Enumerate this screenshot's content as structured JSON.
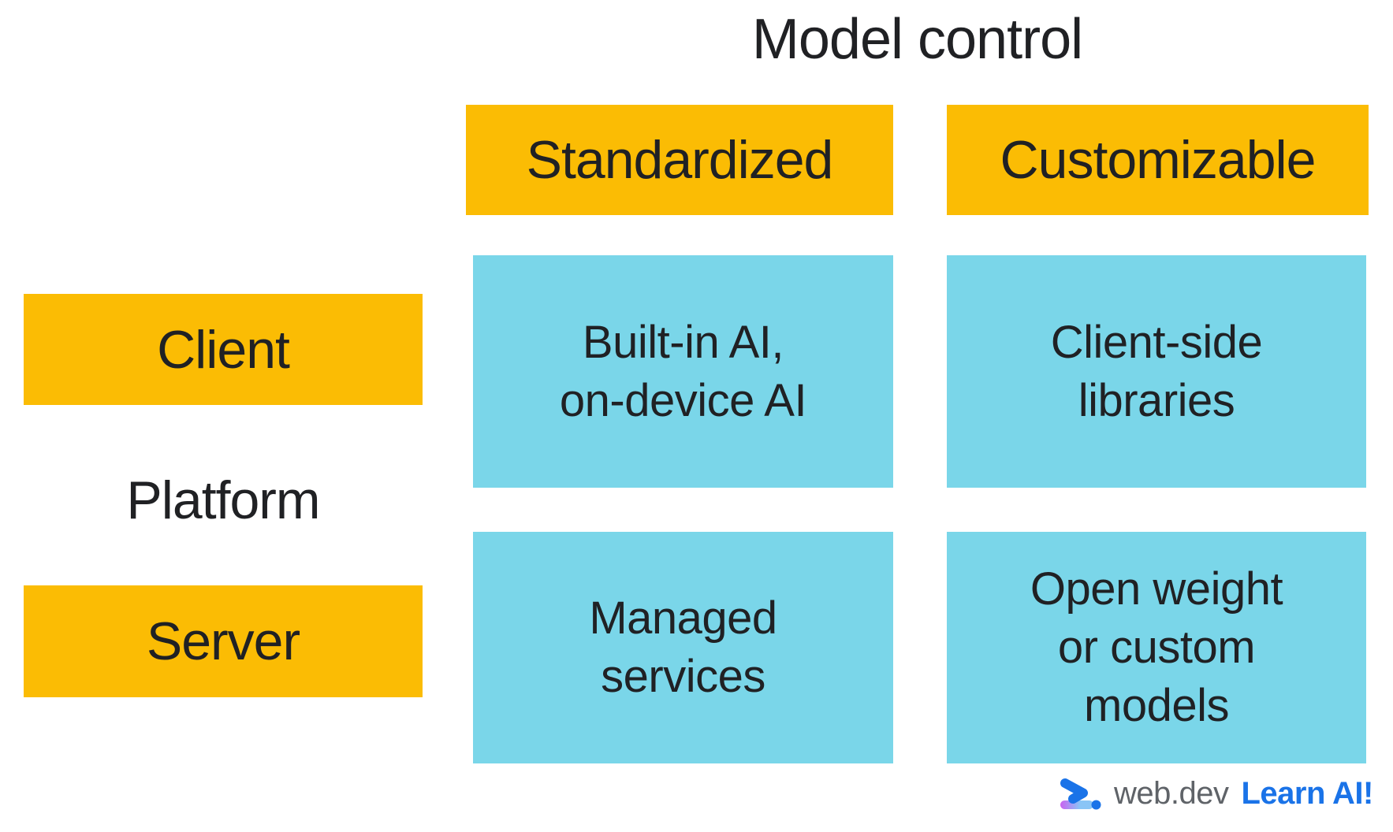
{
  "matrix": {
    "col_axis_title": "Model control",
    "row_axis_title": "Platform",
    "col_headers": [
      "Standardized",
      "Customizable"
    ],
    "row_headers": [
      "Client",
      "Server"
    ],
    "cells": [
      [
        "Built-in AI,\non-device AI",
        "Client-side\nlibraries"
      ],
      [
        "Managed\nservices",
        "Open weight\nor custom\nmodels"
      ]
    ]
  },
  "footer": {
    "logo_icon": "web-dev-chevron-icon",
    "brand": "web.dev",
    "cta": "Learn AI!"
  },
  "colors": {
    "header_bg": "#FBBC04",
    "cell_bg": "#7AD6E9",
    "text": "#202124",
    "brand_gray": "#5F6368",
    "accent_blue": "#1A73E8",
    "logo_purple": "#C963F0",
    "logo_light_blue": "#8AC5F6",
    "background": "#FFFFFF"
  }
}
